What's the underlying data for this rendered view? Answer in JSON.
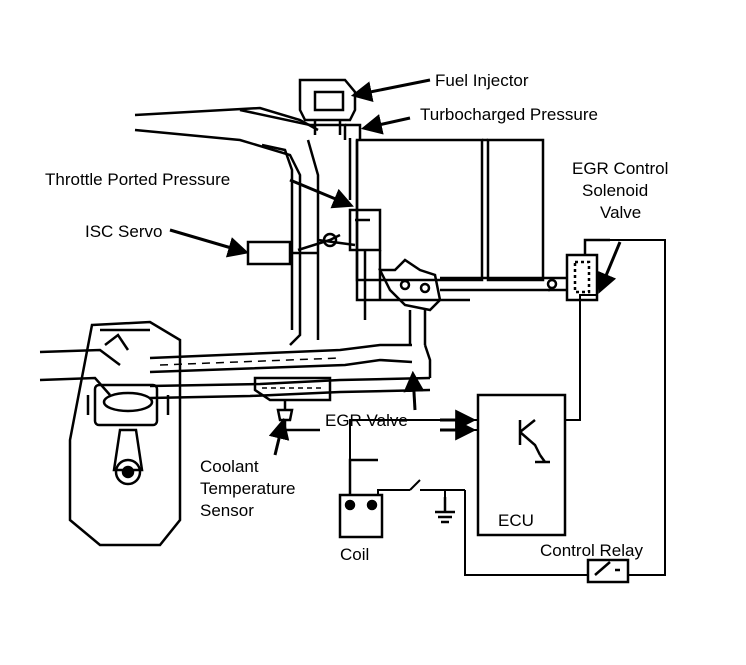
{
  "labels": {
    "fuel_injector": "Fuel Injector",
    "turbocharged_pressure": "Turbocharged Pressure",
    "throttle_ported_pressure": "Throttle Ported Pressure",
    "egr_control_line1": "EGR Control",
    "egr_control_line2": "Solenoid",
    "egr_control_line3": "Valve",
    "isc_servo": "ISC Servo",
    "egr_valve": "EGR Valve",
    "coolant_line1": "Coolant",
    "coolant_line2": "Temperature",
    "coolant_line3": "Sensor",
    "ecu": "ECU",
    "coil": "Coil",
    "control_relay": "Control Relay"
  },
  "colors": {
    "ink": "#000000",
    "paper": "#ffffff"
  }
}
